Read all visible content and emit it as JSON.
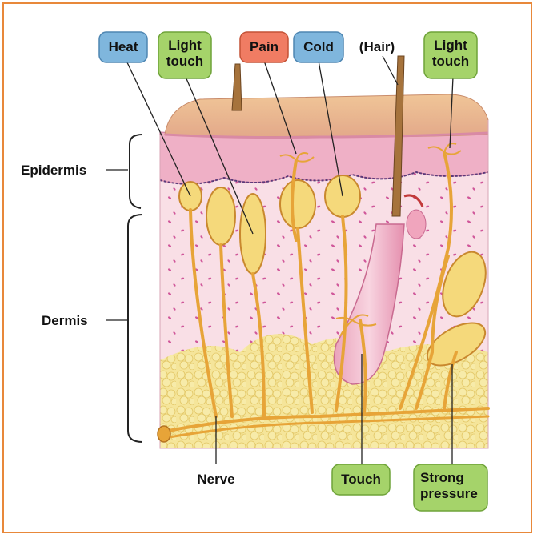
{
  "labels": {
    "heat": "Heat",
    "light_touch_1a": "Light",
    "light_touch_1b": "touch",
    "pain": "Pain",
    "cold": "Cold",
    "hair": "(Hair)",
    "light_touch_2a": "Light",
    "light_touch_2b": "touch",
    "epidermis": "Epidermis",
    "dermis": "Dermis",
    "nerve": "Nerve",
    "touch": "Touch",
    "strong_pressure_a": "Strong",
    "strong_pressure_b": "pressure"
  },
  "colors": {
    "frame": "#e8883a",
    "blue_tag": "#7fb6dd",
    "green_tag": "#a5d36a",
    "red_tag": "#f07c63",
    "skin_top": "#e8b98a",
    "epidermis": "#f0b7c9",
    "dermis": "#f8dbe3",
    "fat": "#f2e08a",
    "nerve": "#e7a438"
  }
}
